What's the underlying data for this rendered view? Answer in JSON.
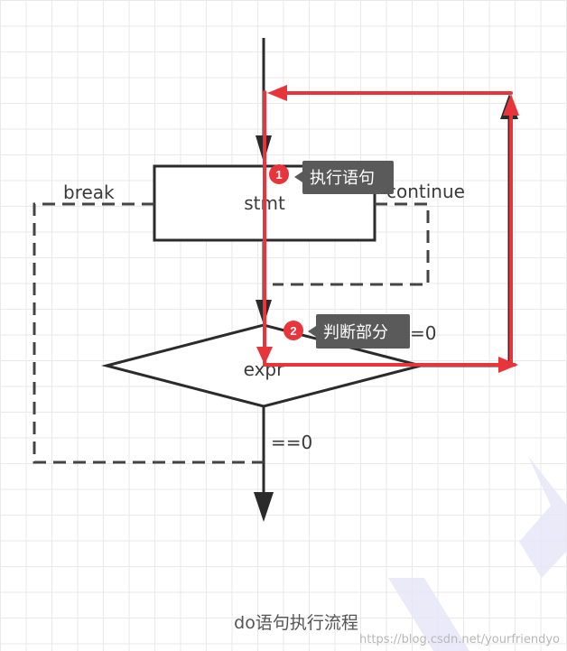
{
  "diagram": {
    "stmt_label": "stmt",
    "expr_label": "expr",
    "break_label": "break",
    "continue_label": "continue",
    "not_zero_label": "!=0",
    "zero_label": "==0",
    "caption": "do语句执行流程"
  },
  "annotations": {
    "step1": {
      "number": "1",
      "text": "执行语句"
    },
    "step2": {
      "number": "2",
      "text": "判断部分"
    }
  },
  "watermark": "https://blog.csdn.net/yourfriendyo",
  "colors": {
    "line": "#2b2b2b",
    "dashed": "#444444",
    "red": "#e8353b",
    "callout": "#5a5a5a",
    "watermark_shape": "#e4e4f7"
  }
}
